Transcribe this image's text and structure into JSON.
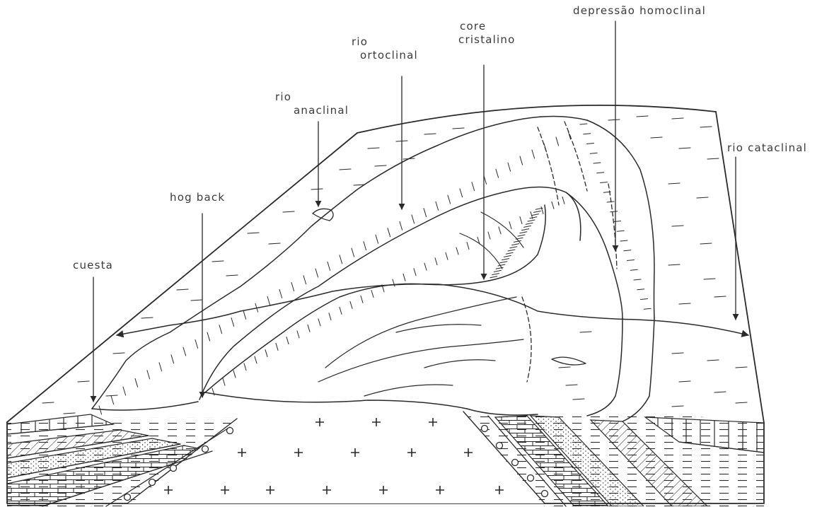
{
  "labels": {
    "depressao_homoclinal": "depressão homoclinal",
    "core_cristalino_line1": "core",
    "core_cristalino_line2": "cristalino",
    "rio_ortoclinal_line1": "rio",
    "rio_ortoclinal_line2": "ortoclinal",
    "rio_anaclinal_line1": "rio",
    "rio_anaclinal_line2": "anaclinal",
    "rio_cataclinal": "rio cataclinal",
    "hog_back": "hog back",
    "cuesta": "cuesta"
  },
  "colors": {
    "ink": "#2a2a2a",
    "text": "#3a3a3a",
    "paper": "#ffffff"
  }
}
